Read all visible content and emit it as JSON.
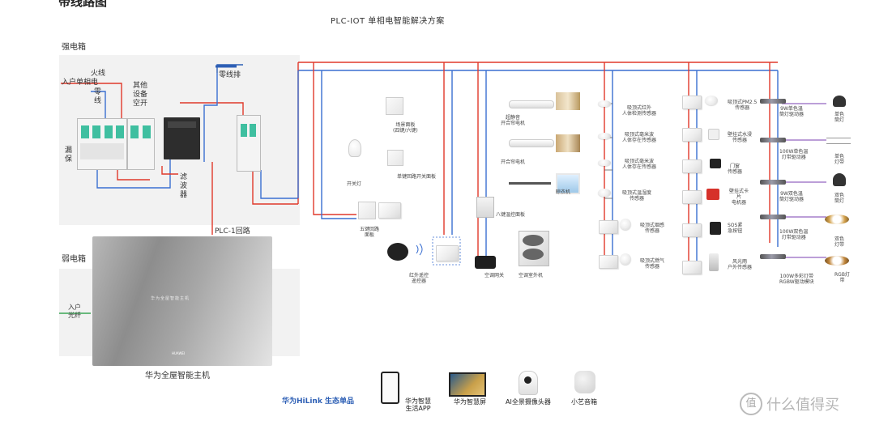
{
  "header": {
    "cut_title": "带线路图",
    "title": "PLC-IOT  单相电智能解决方案"
  },
  "panel_strong": {
    "title": "强电箱",
    "fire_line": "火线",
    "incoming": "入户单相电",
    "zero": "零\n线",
    "leak_protect": "漏\n保",
    "other_air": "其他\n设备\n空开",
    "zero_bar": "零线排",
    "filter": "滤\n波\n器"
  },
  "panel_weak": {
    "title": "弱电箱",
    "fiber": "入户\n光纤"
  },
  "host": {
    "plc_label": "PLC-1回路",
    "caption": "华为全屋智能主机",
    "screen_text": "华为全屋智能主机",
    "brand": "HUAWEI"
  },
  "column1": {
    "scene_panel": "场景面板\n(四键/六键)",
    "single_panel": "单键回路开关面板",
    "on_off_light": "开关灯",
    "loop_panel": "五键回路\n面板",
    "infrared": "红外遥控\n遥控器"
  },
  "column2": {
    "curtain_motor": "超静音\n开合帘电机",
    "roller_motor": "开合帘电机",
    "clothes_hanger": "晾衣机",
    "ac_panel": "八键温控面板",
    "ac_gateway": "空调网关",
    "ac_external": "空调室外机"
  },
  "column3": {
    "s1": "吸顶式红外\n人体检测传感器",
    "s2": "吸顶式毫米波\n人体存在传感器",
    "s3": "吸顶式毫米波\n人体存在传感器",
    "s4": "吸顶式温湿度\n传感器",
    "s5": "吸顶式烟感\n传感器",
    "s6": "吸顶式燃气\n传感器"
  },
  "column4": {
    "pm25": "吸顶式PM2.5\n传感器",
    "water": "壁挂式水浸\n传感器",
    "door": "门窗\n传感器",
    "curtain_motor": "壁挂式卡\n片\n电机器",
    "sos": "SOS紧\n急按钮",
    "weather": "风光雨\n户外传感器"
  },
  "column5": {
    "d1": "9W单色温\n筒灯驱动器",
    "d2": "100W单色温\n灯带驱动器",
    "d3": "9W双色温\n筒灯驱动器",
    "d4": "100W双色温\n灯带驱动器",
    "d5": "100W多彩灯带\nRGBW驱动模块"
  },
  "column6": {
    "l1": "单色\n筒灯",
    "l2": "单色\n灯带",
    "l3": "双色\n筒灯",
    "l4": "双色\n灯带",
    "l5": "RGB灯\n带"
  },
  "ecosystem": {
    "label": "华为HiLink 生态单品",
    "items": [
      "华为智慧\n生活APP",
      "华为智慧屏",
      "AI全景摄像头器",
      "小艺音箱"
    ]
  },
  "watermark": {
    "symbol": "值",
    "text": "什么值得买"
  },
  "colors": {
    "live": "#e0392b",
    "neutral": "#3a6fd1",
    "bus": "#2d5fb5"
  }
}
